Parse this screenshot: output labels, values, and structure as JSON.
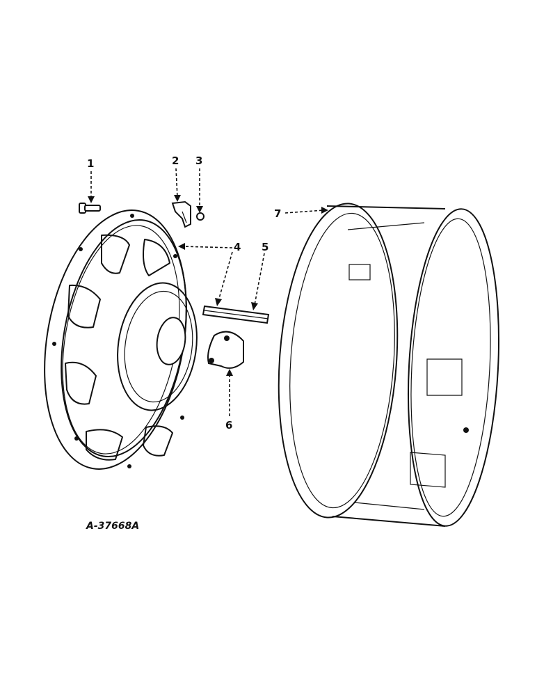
{
  "figure": {
    "id_label": "A-37668A"
  },
  "callouts": [
    {
      "number": "1"
    },
    {
      "number": "2"
    },
    {
      "number": "3"
    },
    {
      "number": "4"
    },
    {
      "number": "5"
    },
    {
      "number": "6"
    },
    {
      "number": "7"
    }
  ],
  "parts": [
    {
      "ref": "1",
      "icon": "bolt-icon"
    },
    {
      "ref": "2",
      "icon": "clamp-icon"
    },
    {
      "ref": "3",
      "icon": "nut-icon"
    },
    {
      "ref": "4",
      "icon": "wheel-disc-icon"
    },
    {
      "ref": "5",
      "icon": "key-icon"
    },
    {
      "ref": "6",
      "icon": "wedge-icon"
    },
    {
      "ref": "7",
      "icon": "rim-icon"
    }
  ],
  "colors": {
    "ink": "#111111",
    "paper": "#ffffff"
  }
}
